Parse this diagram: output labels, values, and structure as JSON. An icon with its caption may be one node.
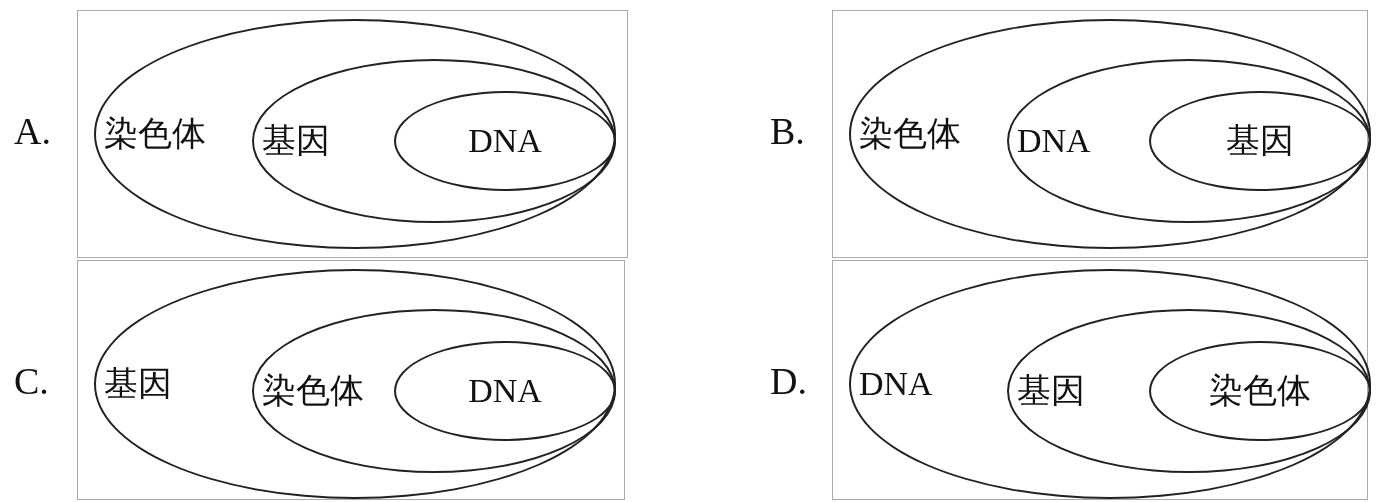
{
  "diagram": {
    "nodes": [
      {
        "text": [],
        "shape": "box",
        "beside": [
          "A."
        ]
      },
      {
        "text": [
          "染色体"
        ],
        "in": 0
      },
      {
        "text": [
          "基因"
        ],
        "in": 1
      },
      {
        "text": [
          "DNA"
        ],
        "in": 2
      },
      {
        "text": [],
        "shape": "box",
        "beside": [
          "B."
        ]
      },
      {
        "text": [
          "染色体"
        ],
        "in": 4
      },
      {
        "text": [
          "DNA"
        ],
        "in": 5
      },
      {
        "text": [
          "基因"
        ],
        "in": 6
      },
      {
        "text": [],
        "shape": "box",
        "beside": [
          "C."
        ]
      },
      {
        "text": [
          "基因"
        ],
        "in": 8
      },
      {
        "text": [
          "染色体"
        ],
        "in": 9
      },
      {
        "text": [
          "DNA"
        ],
        "in": 10
      },
      {
        "text": [],
        "shape": "box",
        "beside": [
          "D."
        ]
      },
      {
        "text": [
          "DNA"
        ],
        "in": 12
      },
      {
        "text": [
          "基因"
        ],
        "in": 13
      },
      {
        "text": [
          "染色体"
        ],
        "in": 14
      }
    ],
    "edges": []
  }
}
